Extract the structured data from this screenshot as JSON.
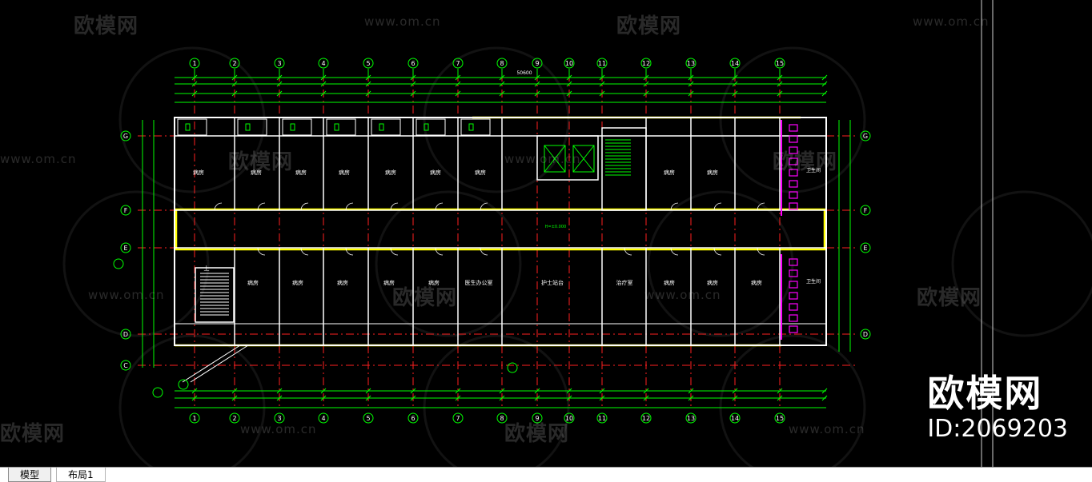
{
  "watermark": {
    "brand": "欧模网",
    "url": "www.om.cn"
  },
  "brand_badge": {
    "name": "欧模网",
    "id": "ID:2069203"
  },
  "tabs": [
    {
      "label": "模型",
      "active": true
    },
    {
      "label": "布局1",
      "active": false
    }
  ],
  "drawing": {
    "grid_columns": [
      "1",
      "2",
      "3",
      "4",
      "5",
      "6",
      "7",
      "8",
      "9",
      "10",
      "11",
      "12",
      "13",
      "14",
      "15"
    ],
    "grid_rows": [
      "G",
      "F",
      "E",
      "D",
      "C"
    ],
    "overall_dimension": "50600",
    "rooms_top": [
      "病房",
      "病房",
      "病房",
      "病房",
      "病房",
      "病房",
      "病房",
      "病房",
      "病房"
    ],
    "rooms_bottom": [
      "病房",
      "病房",
      "病房",
      "病房",
      "病房",
      "医生办公室",
      "护士站台",
      "治疗室",
      "病房",
      "病房",
      "病房"
    ],
    "washroom": "卫生间",
    "stair": "上",
    "elevation": "H=±0.000",
    "colors": {
      "grid": "#00ff00",
      "axis": "#ff2020",
      "wall": "#ffffff",
      "corridor": "#ffff00",
      "fixture": "#ff00ff"
    }
  }
}
